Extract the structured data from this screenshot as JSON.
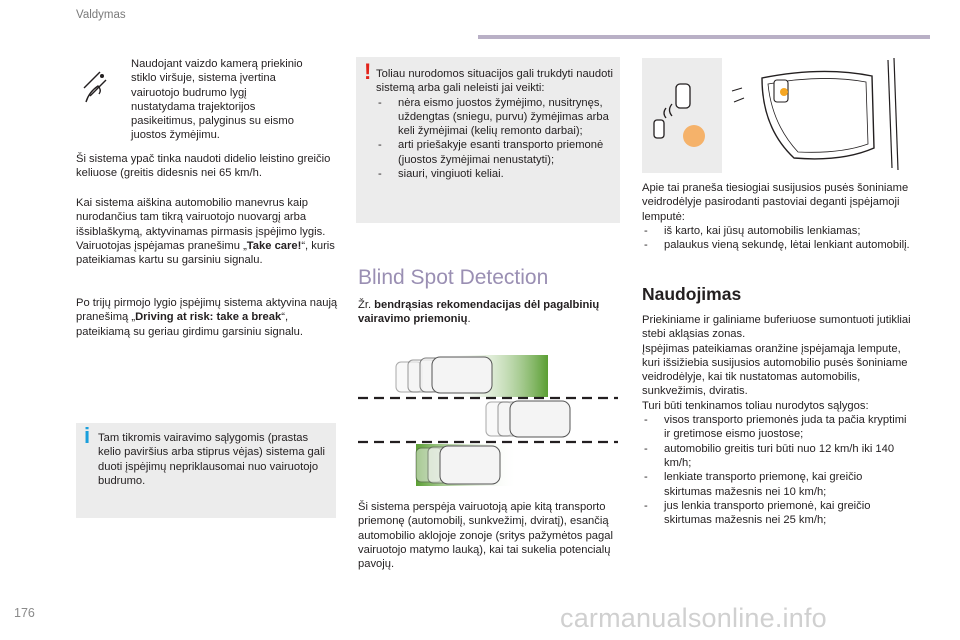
{
  "header": {
    "title": "Valdymas"
  },
  "page_number": "176",
  "watermark": "carmanualsonline.info",
  "col1": {
    "camera_text": "Naudojant vaizdo kamerą priekinio stiklo viršuje, sistema įvertina vairuotojo budrumo lygį nustatydama trajektorijos pasikeitimus, palyginus su eismo juostos žymėjimu.",
    "para1": "Ši sistema ypač tinka naudoti didelio leistino greičio keliuose (greitis didesnis nei 65 km/h.",
    "para2": "Kai sistema aiškina automobilio manevrus kaip nurodančius tam tikrą vairuotojo nuovargį arba išsiblaškymą, aktyvinamas pirmasis įspėjimo lygis.",
    "para2b_pre": "Vairuotojas įspėjamas pranešimu „",
    "para2b_bold": "Take care!",
    "para2b_post": "“, kuris pateikiamas kartu su garsiniu signalu.",
    "para3_pre": "Po trijų pirmojo lygio įspėjimų sistema aktyvina naują pranešimą „",
    "para3_bold": "Driving at risk: take a break",
    "para3_post": "“, pateikiamą su geriau girdimu garsiniu signalu.",
    "info_box": "Tam tikromis vairavimo sąlygomis (prastas kelio paviršius arba stiprus vėjas) sistema gali duoti įspėjimų nepriklausomai nuo vairuotojo budrumo."
  },
  "col2": {
    "warning_intro": "Toliau nurodomos situacijos gali trukdyti naudoti sistemą arba gali neleisti jai veikti:",
    "warning_items": [
      "nėra eismo juostos žymėjimo, nusitrynęs, uždengtas (sniegu, purvu) žymėjimas arba keli žymėjimai (kelių remonto darbai);",
      "arti priešakyje esanti transporto priemonė (juostos žymėjimai nenustatyti);",
      "siauri, vingiuoti keliai."
    ],
    "section_title": "Blind Spot Detection",
    "ref_pre": "Žr. ",
    "ref_bold": "bendrąsias rekomendacijas dėl pagalbinių vairavimo priemonių",
    "ref_post": ".",
    "bottom_text": "Ši sistema perspėja vairuotoją apie kitą transporto priemonę (automobilį, sunkvežimį, dviratį), esančią automobilio aklojoje zonoje (sritys pažymėtos pagal vairuotojo matymo lauką), kai tai sukelia potencialų pavojų."
  },
  "col3": {
    "intro": "Apie tai praneša tiesiogiai susijusios pusės šoniniame veidrodėlyje pasirodanti pastoviai deganti įspėjamoji lemputė:",
    "intro_items": [
      "iš karto, kai jūsų automobilis lenkiamas;",
      "palaukus vieną sekundę, lėtai lenkiant automobilį."
    ],
    "subtitle": "Naudojimas",
    "para1": "Priekiniame ir galiniame buferiuose sumontuoti jutikliai stebi akląsias zonas.",
    "para2": "Įspėjimas pateikiamas oranžine įspėjamąja lempute, kuri išsižiebia susijusios automobilio pusės šoniniame veidrodėlyje, kai tik nustatomas automobilis, sunkvežimis, dviratis.",
    "para3": "Turi būti tenkinamos toliau nurodytos sąlygos:",
    "cond_items": [
      "visos transporto priemonės juda ta pačia kryptimi ir gretimose eismo juostose;",
      "automobilio greitis turi būti nuo 12 km/h iki 140 km/h;",
      "lenkiate transporto priemonę, kai greičio skirtumas mažesnis nei 10 km/h;",
      "jus lenkia transporto priemonė, kai greičio skirtumas mažesnis nei 25 km/h;"
    ]
  },
  "colors": {
    "accent": "#9a8fb3",
    "warning": "#e2231a",
    "info": "#1a9fdc",
    "green": "#6aa43c",
    "orange": "#f5a623"
  }
}
